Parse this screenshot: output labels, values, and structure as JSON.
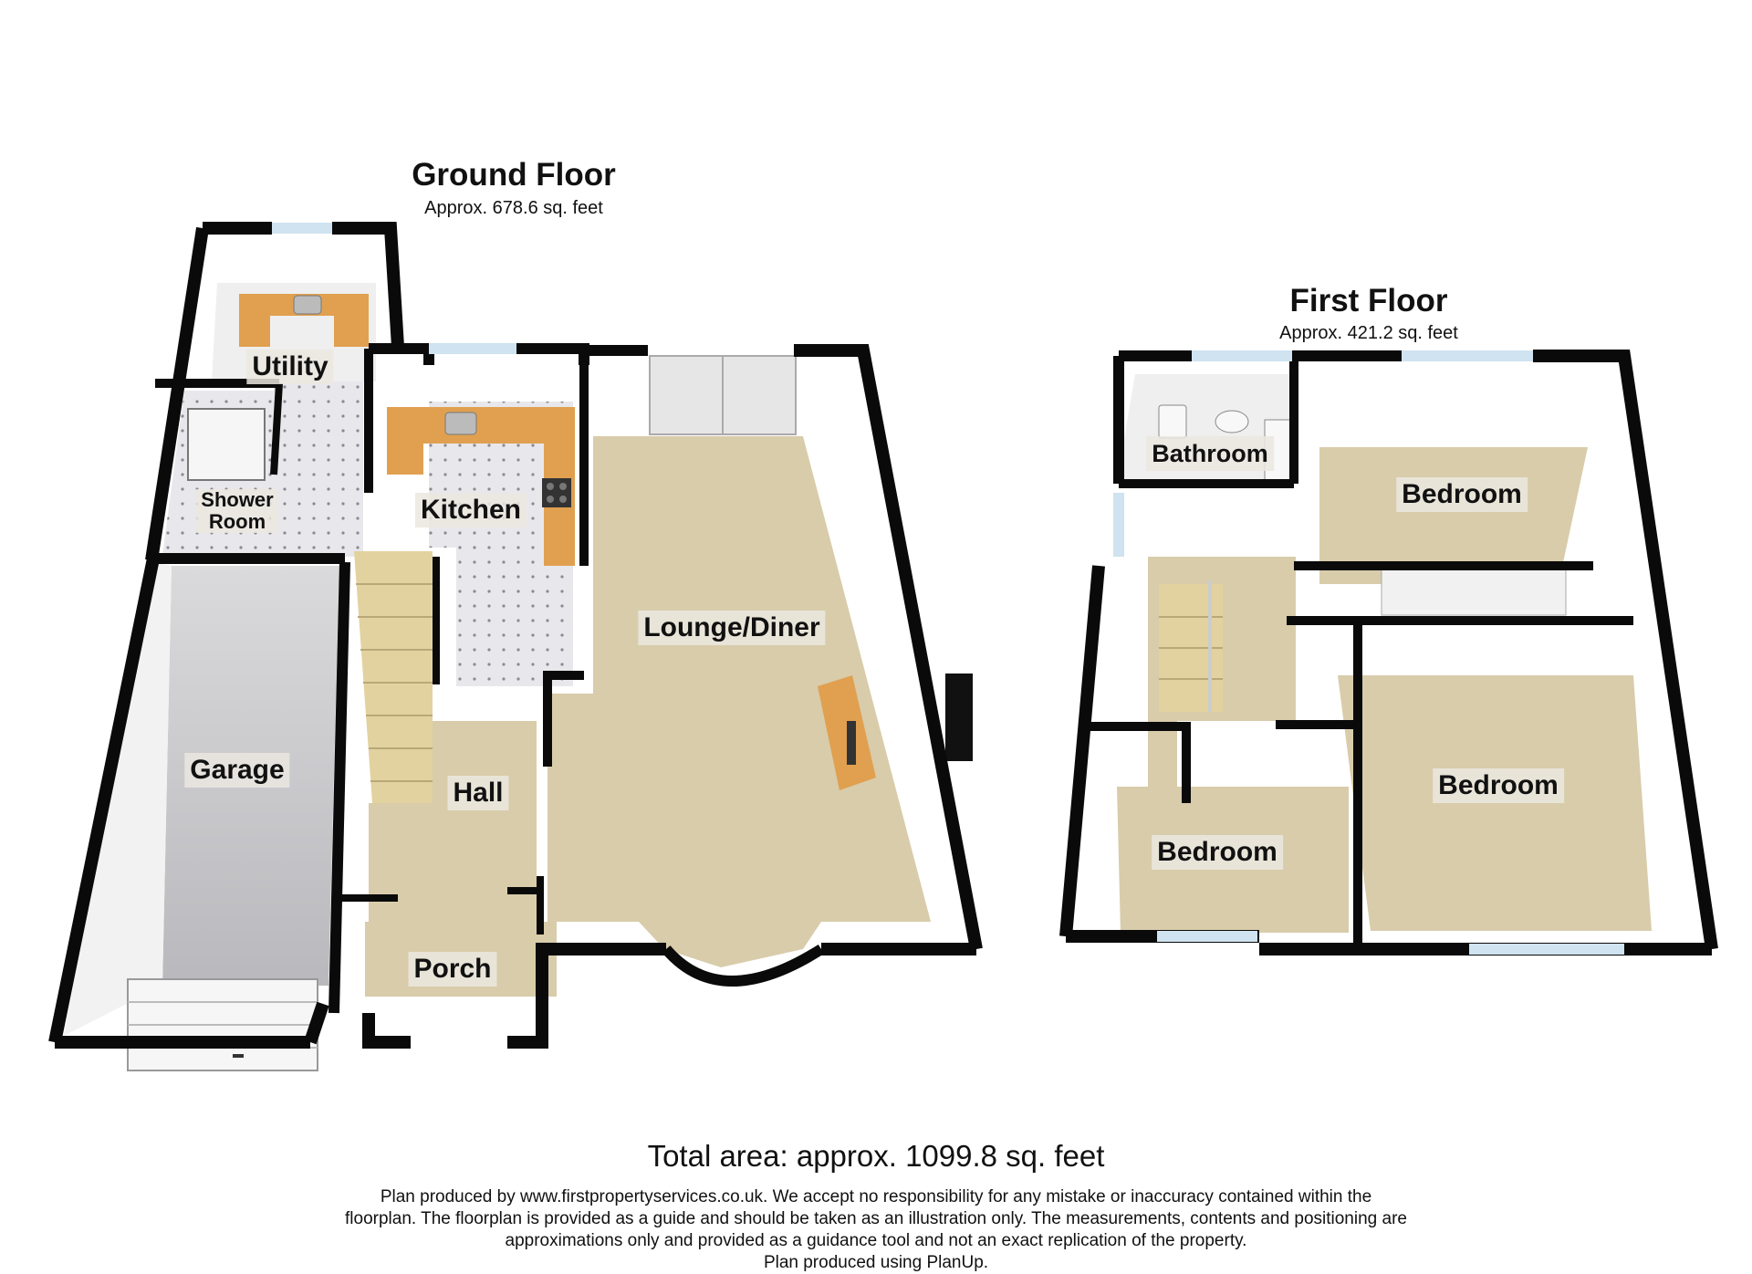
{
  "ground_floor": {
    "title": "Ground Floor",
    "area": "Approx. 678.6 sq. feet",
    "rooms": {
      "utility": "Utility",
      "shower_room_line1": "Shower",
      "shower_room_line2": "Room",
      "kitchen": "Kitchen",
      "lounge_diner": "Lounge/Diner",
      "garage": "Garage",
      "hall": "Hall",
      "porch": "Porch"
    }
  },
  "first_floor": {
    "title": "First Floor",
    "area": "Approx. 421.2 sq. feet",
    "rooms": {
      "bathroom": "Bathroom",
      "bedroom_1": "Bedroom",
      "bedroom_2": "Bedroom",
      "bedroom_3": "Bedroom"
    }
  },
  "footer": {
    "total_area": "Total area: approx. 1099.8 sq. feet",
    "disclaimer_line1": "Plan produced by www.firstpropertyservices.co.uk. We accept no responsibility for any mistake or inaccuracy contained within the",
    "disclaimer_line2": "floorplan. The floorplan is provided as a guide and should be taken as an illustration only. The measurements, contents and positioning are",
    "disclaimer_line3": "approximations only and provided as a guidance tool and not an exact replication of the property.",
    "disclaimer_line4": "Plan produced using PlanUp."
  },
  "colors": {
    "wall": "#0a0a0a",
    "carpet": "#d8ccaa",
    "tile": "#e6e6ea",
    "garage_floor": "#c9c9cc",
    "stairs": "#e2d2a0",
    "worktop": "#e0a050",
    "wall_face": "#f4f4f4"
  }
}
